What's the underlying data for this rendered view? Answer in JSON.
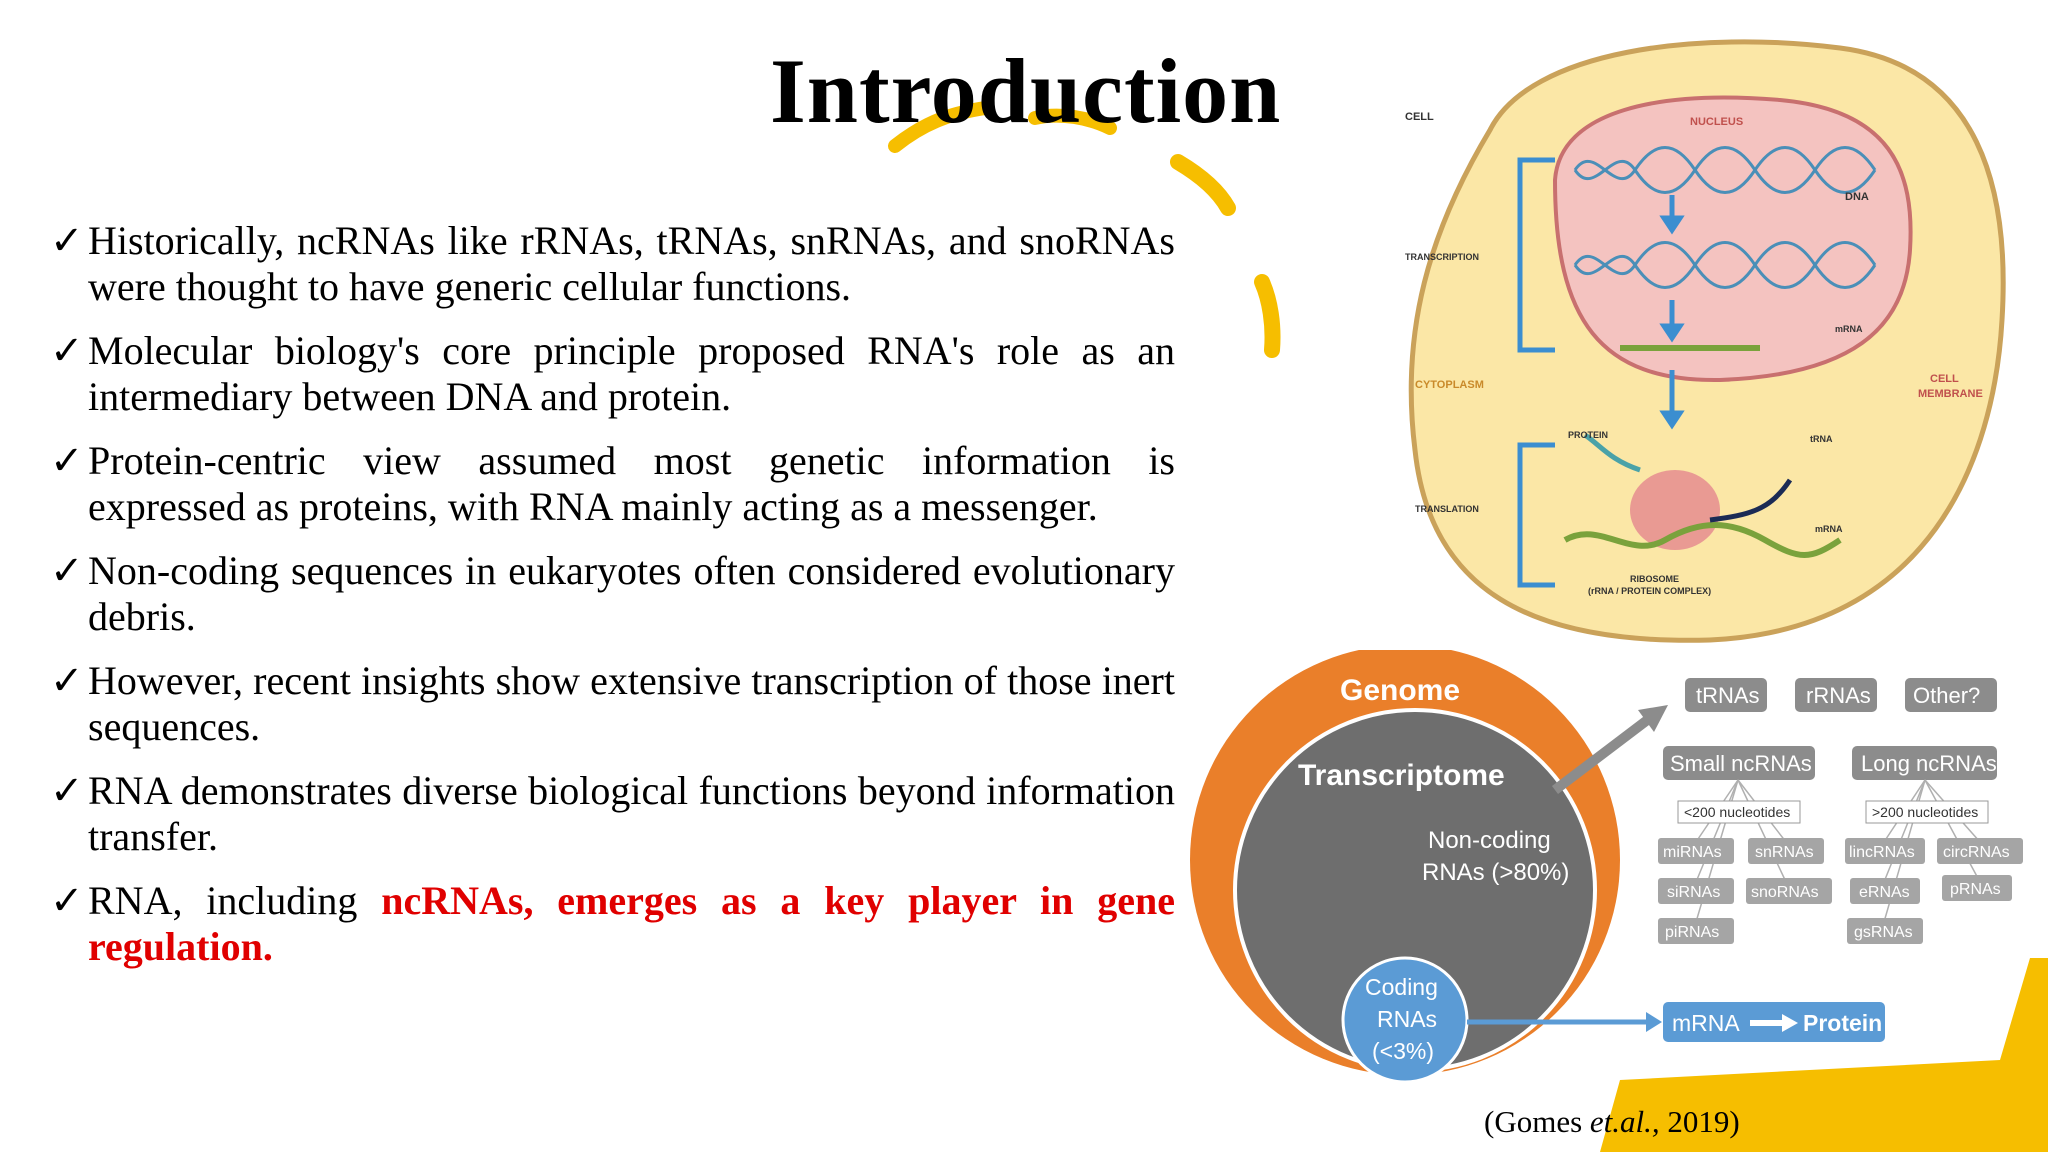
{
  "slide": {
    "title": "Introduction",
    "bullets": [
      {
        "mark": "✓",
        "text": "Historically, ncRNAs like rRNAs, tRNAs, snRNAs, and snoRNAs were thought to have generic cellular functions."
      },
      {
        "mark": "✓",
        "text": "Molecular biology's core principle proposed RNA's role as an intermediary between DNA and protein."
      },
      {
        "mark": "✓",
        "text": "Protein-centric view assumed most genetic information is expressed as proteins, with RNA mainly acting as a messenger."
      },
      {
        "mark": "✓",
        "text": "Non-coding sequences in eukaryotes often considered evolutionary debris."
      },
      {
        "mark": "✓",
        "text": "However, recent insights show extensive transcription of those inert sequences."
      },
      {
        "mark": "✓",
        "text": "RNA demonstrates diverse biological functions beyond information transfer."
      },
      {
        "mark": "✓",
        "text_plain": "RNA, including ",
        "text_highlight": "ncRNAs, emerges as a key player in gene regulation."
      }
    ],
    "citation": {
      "prefix": "(Gomes ",
      "italic": "et.al.,",
      "suffix": " 2019)"
    }
  },
  "cell_diagram": {
    "cell": "CELL",
    "nucleus": "NUCLEUS",
    "dna": "DNA",
    "transcription": "TRANSCRIPTION",
    "mrna": "mRNA",
    "cytoplasm": "CYTOPLASM",
    "cell_membrane_1": "CELL",
    "cell_membrane_2": "MEMBRANE",
    "protein": "PROTEIN",
    "trna": "tRNA",
    "translation": "TRANSLATION",
    "mrna2": "mRNA",
    "ribosome": "RIBOSOME",
    "ribosome_sub": "(rRNA / PROTEIN COMPLEX)"
  },
  "genome_diagram": {
    "genome": "Genome",
    "transcriptome": "Transcriptome",
    "noncoding_1": "Non-coding",
    "noncoding_2": "RNAs (>80%)",
    "coding_1": "Coding",
    "coding_2": "RNAs",
    "coding_3": "(<3%)",
    "top_boxes": [
      "tRNAs",
      "rRNAs",
      "Other?"
    ],
    "small": "Small ncRNAs",
    "long": "Long ncRNAs",
    "small_sub": "<200 nucleotides",
    "long_sub": ">200 nucleotides",
    "small_items": [
      "miRNAs",
      "snRNAs",
      "siRNAs",
      "snoRNAs",
      "piRNAs"
    ],
    "long_items": [
      "lincRNAs",
      "circRNAs",
      "eRNAs",
      "pRNAs",
      "gsRNAs"
    ],
    "mrna": "mRNA",
    "protein": "Protein"
  },
  "colors": {
    "accent_yellow": "#f6be00",
    "highlight_red": "#e00000",
    "genome_orange": "#ea7f2a",
    "transcriptome_gray": "#6e6e6e",
    "coding_blue": "#5b9bd5",
    "box_gray": "#8c8c8c"
  }
}
